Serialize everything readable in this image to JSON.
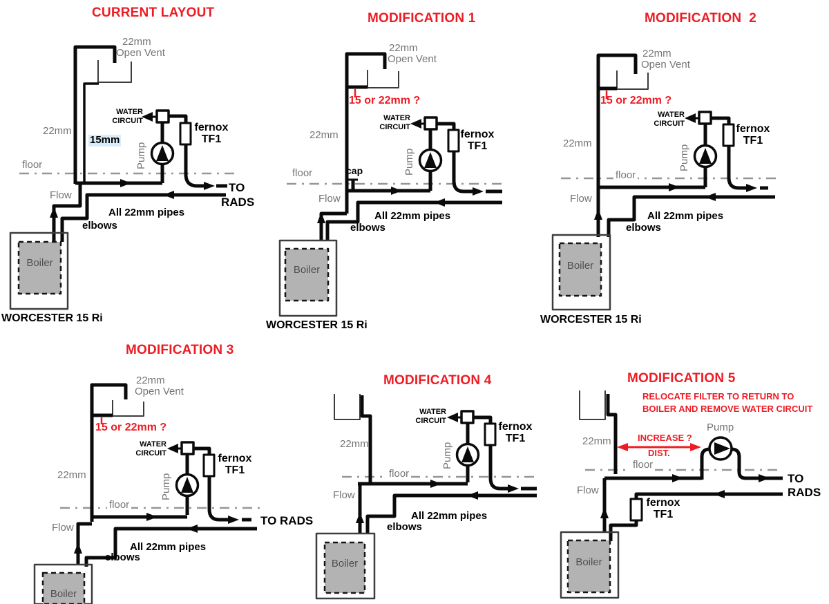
{
  "colors": {
    "title_red": "#ed1c24",
    "pipe_black": "#0a0a0a",
    "gray_label": "#757575",
    "boiler_fill": "#b3b3b3",
    "floor_dash": "#969696"
  },
  "panels": [
    {
      "id": "current-layout",
      "title": "CURRENT LAYOUT",
      "labels": {
        "vent_size": "22mm",
        "vent_name": "Open Vent",
        "riser22": "22mm",
        "riser15": "15mm",
        "water_circuit": "WATER\nCIRCUIT",
        "fernox": "fernox\nTF1",
        "pump": "Pump",
        "floor": "floor",
        "flow": "Flow",
        "to1": "TO",
        "to2": "RADS",
        "all_pipes": "All 22mm pipes",
        "elbows": "elbows",
        "boiler": "Boiler",
        "model": "WORCESTER 15 Ri"
      }
    },
    {
      "id": "modification-1",
      "title": "MODIFICATION 1",
      "labels": {
        "vent_size": "22mm",
        "vent_name": "Open Vent",
        "question": "15 or 22mm ?",
        "riser22": "22mm",
        "water_circuit": "WATER\nCIRCUIT",
        "fernox": "fernox\nTF1",
        "pump": "Pump",
        "floor": "floor",
        "cap": "cap",
        "flow": "Flow",
        "all_pipes": "All 22mm pipes",
        "elbows": "elbows",
        "boiler": "Boiler",
        "model": "WORCESTER 15 Ri"
      }
    },
    {
      "id": "modification-2",
      "title": "MODIFICATION  2",
      "labels": {
        "vent_size": "22mm",
        "vent_name": "Open Vent",
        "question": "15 or 22mm ?",
        "riser22": "22mm",
        "water_circuit": "WATER\nCIRCUIT",
        "fernox": "fernox\nTF1",
        "pump": "Pump",
        "floor": "floor",
        "flow": "Flow",
        "all_pipes": "All 22mm pipes",
        "elbows": "elbows",
        "boiler": "Boiler",
        "model": "WORCESTER 15 Ri"
      }
    },
    {
      "id": "modification-3",
      "title": "MODIFICATION 3",
      "labels": {
        "vent_size": "22mm",
        "vent_name": "Open Vent",
        "question": "15 or 22mm ?",
        "riser22": "22mm",
        "water_circuit": "WATER\nCIRCUIT",
        "fernox": "fernox\nTF1",
        "pump": "Pump",
        "floor": "floor",
        "flow": "Flow",
        "to_rads": "TO RADS",
        "all_pipes": "All 22mm pipes",
        "elbows": "elbows",
        "boiler": "Boiler"
      }
    },
    {
      "id": "modification-4",
      "title": "MODIFICATION 4",
      "labels": {
        "riser22": "22mm",
        "water_circuit": "WATER\nCIRCUIT",
        "fernox": "fernox\nTF1",
        "pump": "Pump",
        "floor": "floor",
        "flow": "Flow",
        "all_pipes": "All 22mm pipes",
        "elbows": "elbows",
        "boiler": "Boiler"
      }
    },
    {
      "id": "modification-5",
      "title": "MODIFICATION 5",
      "labels": {
        "note1": "RELOCATE FILTER TO RETURN TO",
        "note2": "BOILER AND REMOVE WATER CIRCUIT",
        "riser22": "22mm",
        "increase": "INCREASE ?",
        "dist": "DIST.",
        "pump": "Pump",
        "floor": "floor",
        "flow": "Flow",
        "to1": "TO",
        "to2": "RADS",
        "fernox": "fernox\nTF1",
        "boiler": "Boiler"
      }
    }
  ]
}
